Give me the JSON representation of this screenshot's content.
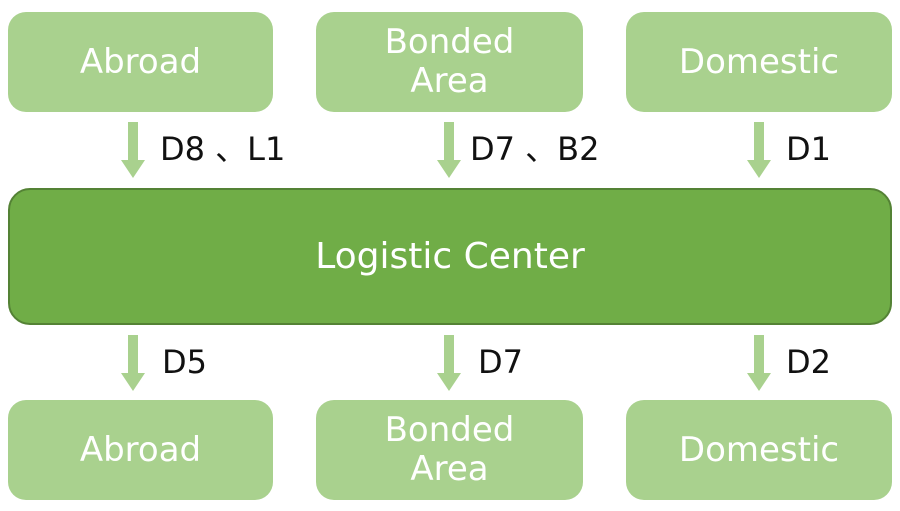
{
  "top_row": [
    {
      "label": "Abroad"
    },
    {
      "label": "Bonded\nArea"
    },
    {
      "label": "Domestic"
    }
  ],
  "center": {
    "label": "Logistic Center"
  },
  "bottom_row": [
    {
      "label": "Abroad"
    },
    {
      "label": "Bonded\nArea"
    },
    {
      "label": "Domestic"
    }
  ],
  "inbound_flows": [
    "D8 、L1",
    "D7 、B2",
    "D1"
  ],
  "outbound_flows": [
    "D5",
    "D7",
    "D2"
  ],
  "colors": {
    "node_light": "#a9d18e",
    "node_dark": "#70ad47",
    "node_dark_border": "#548235",
    "arrow": "#a9d18e",
    "text_on_node": "#ffffff",
    "flow_label": "#111111"
  },
  "icons": {
    "arrow": "arrow-down-icon"
  }
}
